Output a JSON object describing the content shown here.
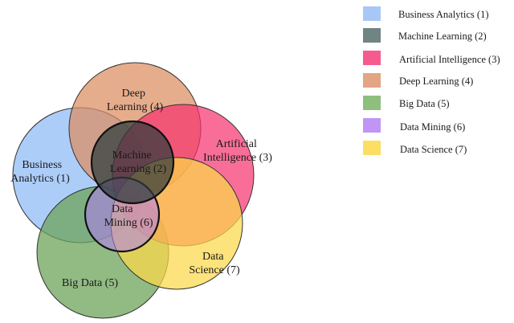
{
  "diagram": {
    "type": "venn",
    "sets": [
      {
        "key": "business_analytics",
        "name": "Business Analytics (1)",
        "label_lines": [
          "Business",
          "Analytics (1)"
        ],
        "color": "#86b6f6"
      },
      {
        "key": "machine_learning",
        "name": "Machine Learning (2)",
        "label_lines": [
          "Machine",
          "Learning (2)"
        ],
        "color": "#2e3b3c"
      },
      {
        "key": "artificial_intelligence",
        "name": "Artificial Intelligence (3)",
        "label_lines": [
          "Artificial",
          "Intelligence (3)"
        ],
        "color": "#f7306e"
      },
      {
        "key": "deep_learning",
        "name": "Deep Learning (4)",
        "label_lines": [
          "Deep",
          "Learning (4)"
        ],
        "color": "#dd8d5f"
      },
      {
        "key": "big_data",
        "name": "Big Data (5)",
        "label_lines": [
          "Big Data (5)"
        ],
        "color": "#6ea35a"
      },
      {
        "key": "data_mining",
        "name": "Data Mining (6)",
        "label_lines": [
          "Data",
          "Mining (6)"
        ],
        "color": "#b07cf0"
      },
      {
        "key": "data_science",
        "name": "Data Science (7)",
        "label_lines": [
          "Data",
          "Science (7)"
        ],
        "color": "#fcd84a"
      }
    ]
  },
  "legend": {
    "items": [
      {
        "label": "Business Analytics (1)",
        "color": "#a7c8f7"
      },
      {
        "label": "Machine Learning (2)",
        "color": "#6f8483"
      },
      {
        "label": "Artificial Intelligence (3)",
        "color": "#f65b8f"
      },
      {
        "label": "Deep Learning (4)",
        "color": "#e3a583"
      },
      {
        "label": "Big Data (5)",
        "color": "#8fbf7e"
      },
      {
        "label": "Data Mining (6)",
        "color": "#c195f5"
      },
      {
        "label": "Data Science (7)",
        "color": "#fcde62"
      }
    ]
  }
}
